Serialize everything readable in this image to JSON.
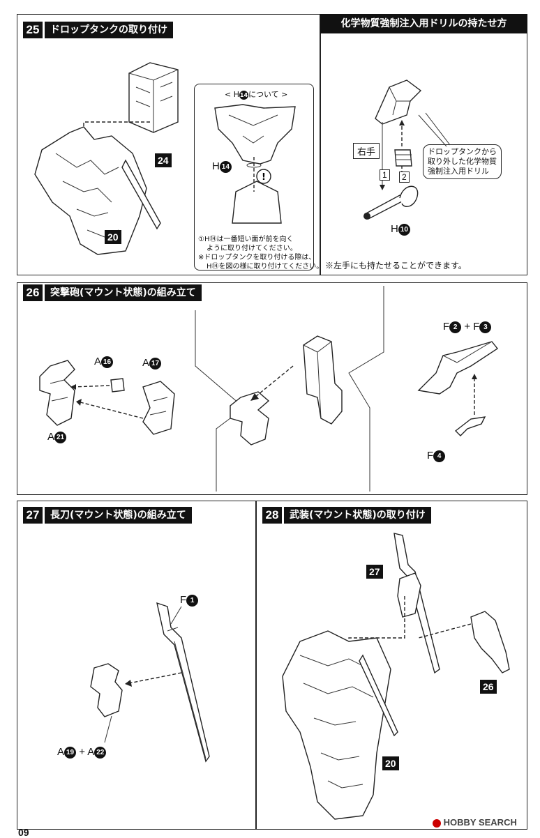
{
  "steps": {
    "s25": {
      "num": "25",
      "title": "ドロップタンクの取り付け",
      "parts": [
        "24",
        "20"
      ]
    },
    "drill": {
      "title": "化学物質強制注入用ドリルの持たせ方",
      "right_hand": "右手",
      "num1": "1",
      "num2": "2",
      "callout": [
        "ドロップタンクから",
        "取り外した化学物質",
        "強制注入用ドリル"
      ],
      "part_prefix": "H",
      "part_num": "10",
      "note": "※左手にも持たせることができます。"
    },
    "h14": {
      "header_pre": "< H",
      "header_num": "14",
      "header_post": "について >",
      "part_prefix": "H",
      "part_num": "14",
      "note1": "①H⑭は一番短い面が前を向く",
      "note2": "ように取り付けてください。",
      "note3": "※ドロップタンクを取り付ける際は、",
      "note4": "H⑭を図の様に取り付けてください。"
    },
    "s26": {
      "num": "26",
      "title": "突撃砲(マウント状態)の組み立て",
      "labels": [
        {
          "p": "A",
          "n": "16"
        },
        {
          "p": "A",
          "n": "17"
        },
        {
          "p": "A",
          "n": "21"
        },
        {
          "p": "F",
          "n": "4"
        }
      ],
      "combo": {
        "p1": "F",
        "n1": "2",
        "plus": "+",
        "p2": "F",
        "n2": "3"
      }
    },
    "s27": {
      "num": "27",
      "title": "長刀(マウント状態)の組み立て",
      "f1": {
        "p": "F",
        "n": "1"
      },
      "combo": {
        "p1": "A",
        "n1": "19",
        "plus": "+",
        "p2": "A",
        "n2": "22"
      }
    },
    "s28": {
      "num": "28",
      "title": "武装(マウント状態)の取り付け",
      "parts": [
        "27",
        "26",
        "20"
      ]
    }
  },
  "footer": {
    "page": "09",
    "watermark": "HOBBY SEARCH"
  }
}
